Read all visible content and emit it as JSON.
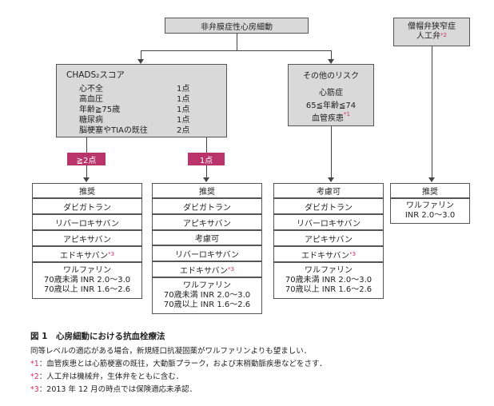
{
  "top": {
    "af_label": "非弁膜症性心房細動",
    "ms_label_line1": "僧帽弁狭窄症",
    "ms_label_line2": "人工弁",
    "ms_star": "*2"
  },
  "chads": {
    "title": "CHADS₂スコア",
    "rows": [
      {
        "label": "心不全",
        "points": "1点"
      },
      {
        "label": "高血圧",
        "points": "1点"
      },
      {
        "label": "年齢≧75歳",
        "points": "1点"
      },
      {
        "label": "糖尿病",
        "points": "1点"
      },
      {
        "label": "脳梗塞やTIAの既往",
        "points": "2点"
      }
    ]
  },
  "other_risk": {
    "title": "その他のリスク",
    "items": [
      "心筋症",
      "65≦年齢≦74",
      "血管疾患"
    ],
    "vascular_star": "*1"
  },
  "badges": {
    "two_plus": "≧2点",
    "one": "1点"
  },
  "col1": {
    "header": "推奨",
    "items": [
      "ダビガトラン",
      "リバーロキサバン",
      "アピキサバン",
      "エドキサバン"
    ],
    "edox_star": "*3",
    "warf": [
      "ワルファリン",
      "70歳未満 INR 2.0～3.0",
      "70歳以上 INR 1.6～2.6"
    ]
  },
  "col2": {
    "header": "推奨",
    "items": [
      "ダビガトラン",
      "アピキサバン"
    ],
    "sub_header": "考慮可",
    "sub_items": [
      "リバーロキサバン",
      "エドキサバン"
    ],
    "edox_star": "*3",
    "warf": [
      "ワルファリン",
      "70歳未満 INR 2.0～3.0",
      "70歳以上 INR 1.6～2.6"
    ]
  },
  "col3": {
    "header": "考慮可",
    "items": [
      "ダビガトラン",
      "リバーロキサバン",
      "アピキサバン",
      "エドキサバン"
    ],
    "edox_star": "*3",
    "warf": [
      "ワルファリン",
      "70歳未満 INR 2.0～3.0",
      "70歳以上 INR 1.6～2.6"
    ]
  },
  "col4": {
    "header": "推奨",
    "warf": [
      "ワルファリン",
      "INR 2.0～3.0"
    ]
  },
  "caption": {
    "title": "図 1　心房細動における抗血栓療法",
    "line1": "同等レベルの適応がある場合，新規経口抗凝固薬がワルファリンよりも望ましい．",
    "note1_mark": "*1",
    "note1": "：血管疾患とは心筋梗塞の既往，大動脈プラーク，および末梢動脈疾患などをさす．",
    "note2_mark": "*2",
    "note2": "：人工弁は機械弁，生体弁をともに含む．",
    "note3_mark": "*3",
    "note3": "：2013 年 12 月の時点では保険適応未承認．"
  },
  "colors": {
    "gray_box": "#d9d9d9",
    "pink_header": "#e7b9c9",
    "badge": "#b8346a",
    "star": "#d0305f"
  }
}
